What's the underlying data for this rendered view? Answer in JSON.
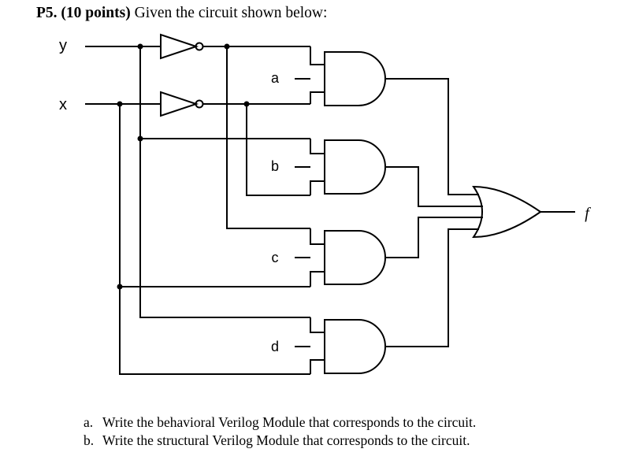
{
  "problem": {
    "label": "P5.",
    "points": "(10 points)",
    "statement": "Given the circuit shown below:"
  },
  "circuit": {
    "inputs": {
      "y": "y",
      "x": "x"
    },
    "gate_labels": {
      "a": "a",
      "b": "b",
      "c": "c",
      "d": "d"
    },
    "output": "f"
  },
  "questions": [
    {
      "marker": "a.",
      "text": "Write the behavioral Verilog Module that corresponds to the circuit."
    },
    {
      "marker": "b.",
      "text": "Write the structural Verilog Module that corresponds to the circuit."
    }
  ]
}
